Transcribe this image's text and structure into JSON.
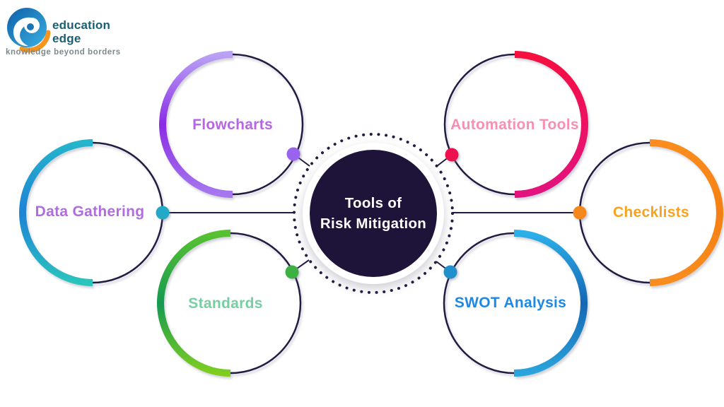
{
  "background_color": "#ffffff",
  "logo": {
    "brand_line1": "education",
    "brand_line2": "edge",
    "tagline": "knowledge beyond borders",
    "brand_text_color": "#1a6072",
    "tagline_color": "#7b898f",
    "swirl_blue_dark": "#0e5fa8",
    "swirl_blue_light": "#3ab0e2",
    "swirl_core_blue": "#1b74b4",
    "swirl_orange": "#f7941d"
  },
  "center": {
    "title_line1": "Tools of",
    "title_line2": "Risk Mitigation",
    "circle_color": "#1e1339",
    "text_color": "#ffffff",
    "dotted_ring_color": "#211d42"
  },
  "line_color": "#211d42",
  "nodes": [
    {
      "id": "flowcharts",
      "label": "Flowcharts",
      "position": "top-left",
      "label_color": "#b665e3",
      "dot_color": "#9a63ef",
      "arc_gradient": [
        "#b9a2f4",
        "#8a2ce6",
        "#a678ee"
      ]
    },
    {
      "id": "automation-tools",
      "label": "Automation Tools",
      "position": "top-right",
      "label_color": "#f590b2",
      "dot_color": "#ee1150",
      "arc_gradient": [
        "#f5103f",
        "#ec1163",
        "#e2137f"
      ]
    },
    {
      "id": "data-gathering",
      "label": "Data Gathering",
      "position": "middle-left",
      "label_color": "#b06ce0",
      "dot_color": "#22a9c8",
      "arc_gradient": [
        "#24b4cc",
        "#1e82d6",
        "#2bc4bd"
      ]
    },
    {
      "id": "checklists",
      "label": "Checklists",
      "position": "middle-right",
      "label_color": "#f9a21c",
      "dot_color": "#f6871c",
      "arc_gradient": [
        "#fa8d1d",
        "#f57f12",
        "#f88d1e"
      ]
    },
    {
      "id": "standards",
      "label": "Standards",
      "position": "bottom-left",
      "label_color": "#76cfa2",
      "dot_color": "#3cb043",
      "arc_gradient": [
        "#58c131",
        "#149a51",
        "#7fce1f"
      ]
    },
    {
      "id": "swot-analysis",
      "label": "SWOT Analysis",
      "position": "bottom-right",
      "label_color": "#1e88e5",
      "dot_color": "#2090cc",
      "arc_gradient": [
        "#2bb0e8",
        "#1566b4",
        "#2aa5dc"
      ]
    }
  ]
}
